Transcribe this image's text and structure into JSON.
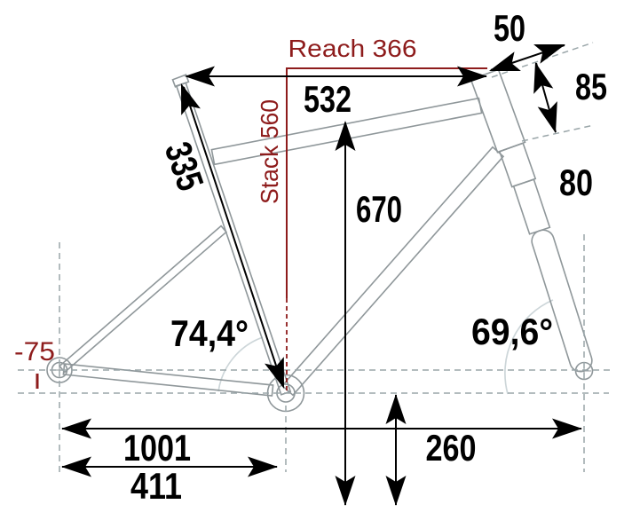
{
  "labels": {
    "reach": "Reach 366",
    "stack": "Stack 560",
    "bb_drop": "-75",
    "stem": "50",
    "head_tube": "85",
    "fork": "80",
    "top_tube": "532",
    "seat_tube": "335",
    "standover": "670",
    "seat_angle": "74,4°",
    "head_angle": "69,6°",
    "wheelbase": "1001",
    "chainstay": "411",
    "bb_height": "260"
  },
  "colors": {
    "accent-red": "#8e1c1c",
    "frame-gray": "#8f979a",
    "dash-gray": "#9aa6a9",
    "arc-gray": "#cdd6d9",
    "dim-black": "#000000"
  }
}
